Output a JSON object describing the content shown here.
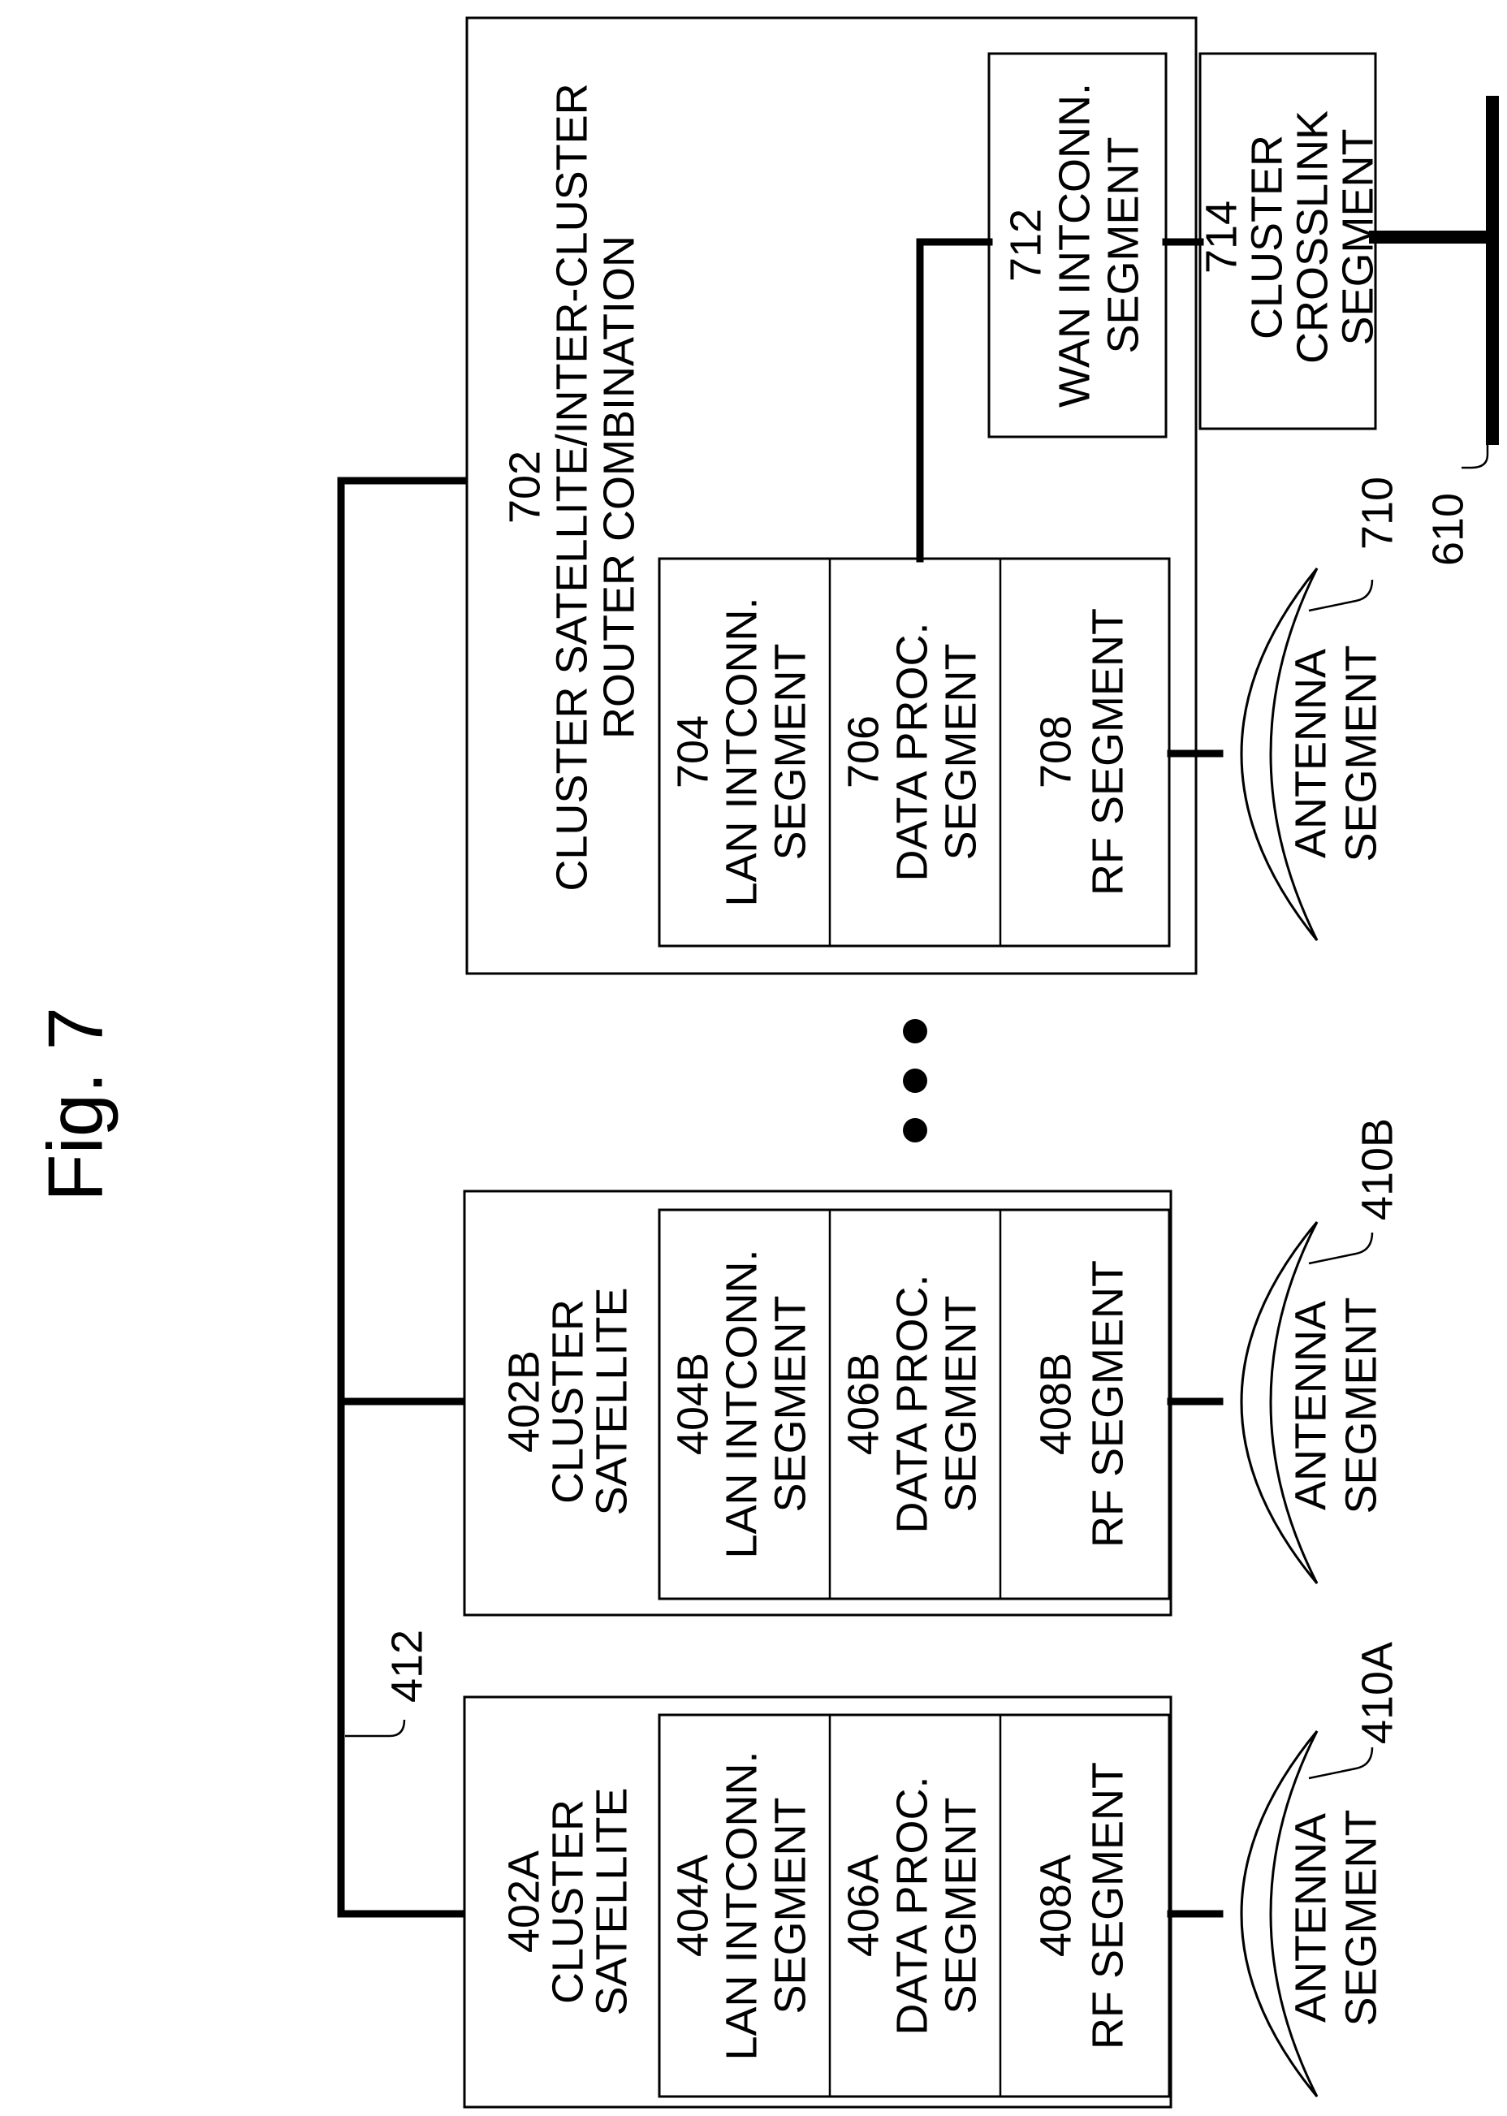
{
  "figure": {
    "title": "Fig. 7",
    "bus_ref": "412",
    "crosslink_ref": "610"
  },
  "satellite_a": {
    "title": [
      "402A",
      "CLUSTER",
      "SATELLITE"
    ],
    "lan": [
      "404A",
      "LAN INTCONN.",
      "SEGMENT"
    ],
    "data": [
      "406A",
      "DATA PROC.",
      "SEGMENT"
    ],
    "rf": [
      "408A",
      "RF SEGMENT"
    ],
    "antenna": [
      "ANTENNA",
      "SEGMENT"
    ],
    "antenna_ref": "410A"
  },
  "satellite_b": {
    "title": [
      "402B",
      "CLUSTER",
      "SATELLITE"
    ],
    "lan": [
      "404B",
      "LAN INTCONN.",
      "SEGMENT"
    ],
    "data": [
      "406B",
      "DATA PROC.",
      "SEGMENT"
    ],
    "rf": [
      "408B",
      "RF SEGMENT"
    ],
    "antenna": [
      "ANTENNA",
      "SEGMENT"
    ],
    "antenna_ref": "410B"
  },
  "router": {
    "title": [
      "702",
      "CLUSTER SATELLITE/INTER-CLUSTER",
      "ROUTER COMBINATION"
    ],
    "lan": [
      "704",
      "LAN INTCONN.",
      "SEGMENT"
    ],
    "data": [
      "706",
      "DATA PROC.",
      "SEGMENT"
    ],
    "rf": [
      "708",
      "RF SEGMENT"
    ],
    "wan": [
      "712",
      "WAN INTCONN.",
      "SEGMENT"
    ],
    "crosslink": [
      "714",
      "CLUSTER",
      "CROSSLINK",
      "SEGMENT"
    ],
    "antenna": [
      "ANTENNA",
      "SEGMENT"
    ],
    "antenna_ref": "710"
  }
}
